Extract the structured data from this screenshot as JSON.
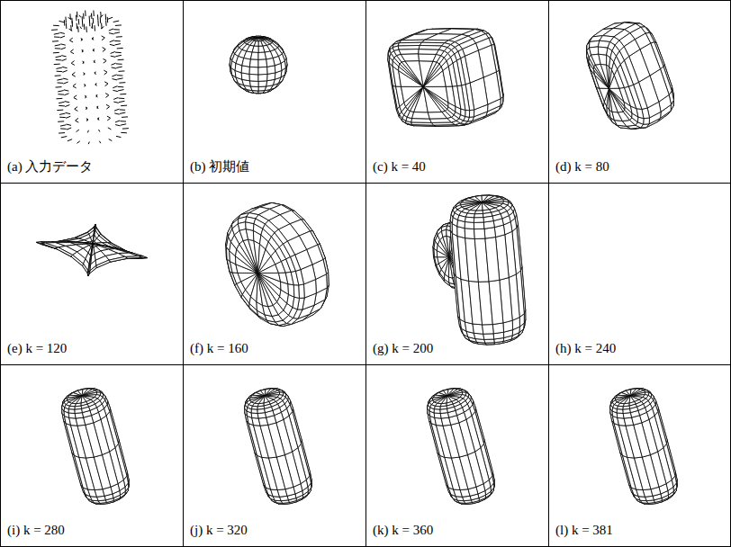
{
  "diagram": {
    "nodes": [
      {
        "text": [
          "(a) 入力データ"
        ]
      },
      {
        "text": [
          "(b) 初期値"
        ]
      },
      {
        "text": [
          "(c) k = 40"
        ]
      },
      {
        "text": [
          "(d) k = 80"
        ]
      },
      {
        "text": [
          "(e) k = 120"
        ]
      },
      {
        "text": [
          "(f) k = 160"
        ]
      },
      {
        "text": [
          "(g) k = 200"
        ]
      },
      {
        "text": [
          "(h) k = 240"
        ]
      },
      {
        "text": [
          "(i) k = 280"
        ]
      },
      {
        "text": [
          "(j) k = 320"
        ]
      },
      {
        "text": [
          "(k) k = 360"
        ]
      },
      {
        "text": [
          "(l) k = 381"
        ]
      }
    ]
  }
}
